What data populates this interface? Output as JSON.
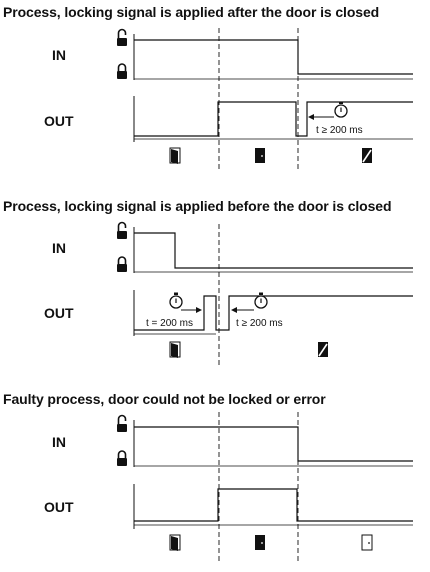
{
  "sections": [
    {
      "title": "Process, locking signal is applied after the door is closed",
      "in_label": "IN",
      "out_label": "OUT",
      "annotations": [
        "t ≥ 200 ms"
      ],
      "door_states": [
        "open-door",
        "closed-door",
        "locked-door"
      ]
    },
    {
      "title": "Process, locking signal is applied before the door is closed",
      "in_label": "IN",
      "out_label": "OUT",
      "annotations": [
        "t = 200 ms",
        "t ≥ 200 ms"
      ],
      "door_states": [
        "open-door",
        "locked-door"
      ]
    },
    {
      "title": "Faulty process, door could not be locked or error",
      "in_label": "IN",
      "out_label": "OUT",
      "annotations": [],
      "door_states": [
        "open-door",
        "closed-door",
        "open-empty-door"
      ]
    }
  ],
  "icons": {
    "in_top": "unlocked-padlock-icon",
    "in_bottom": "locked-padlock-icon",
    "timer": "stopwatch-icon"
  },
  "colors": {
    "line": "#111111",
    "background": "#ffffff"
  }
}
